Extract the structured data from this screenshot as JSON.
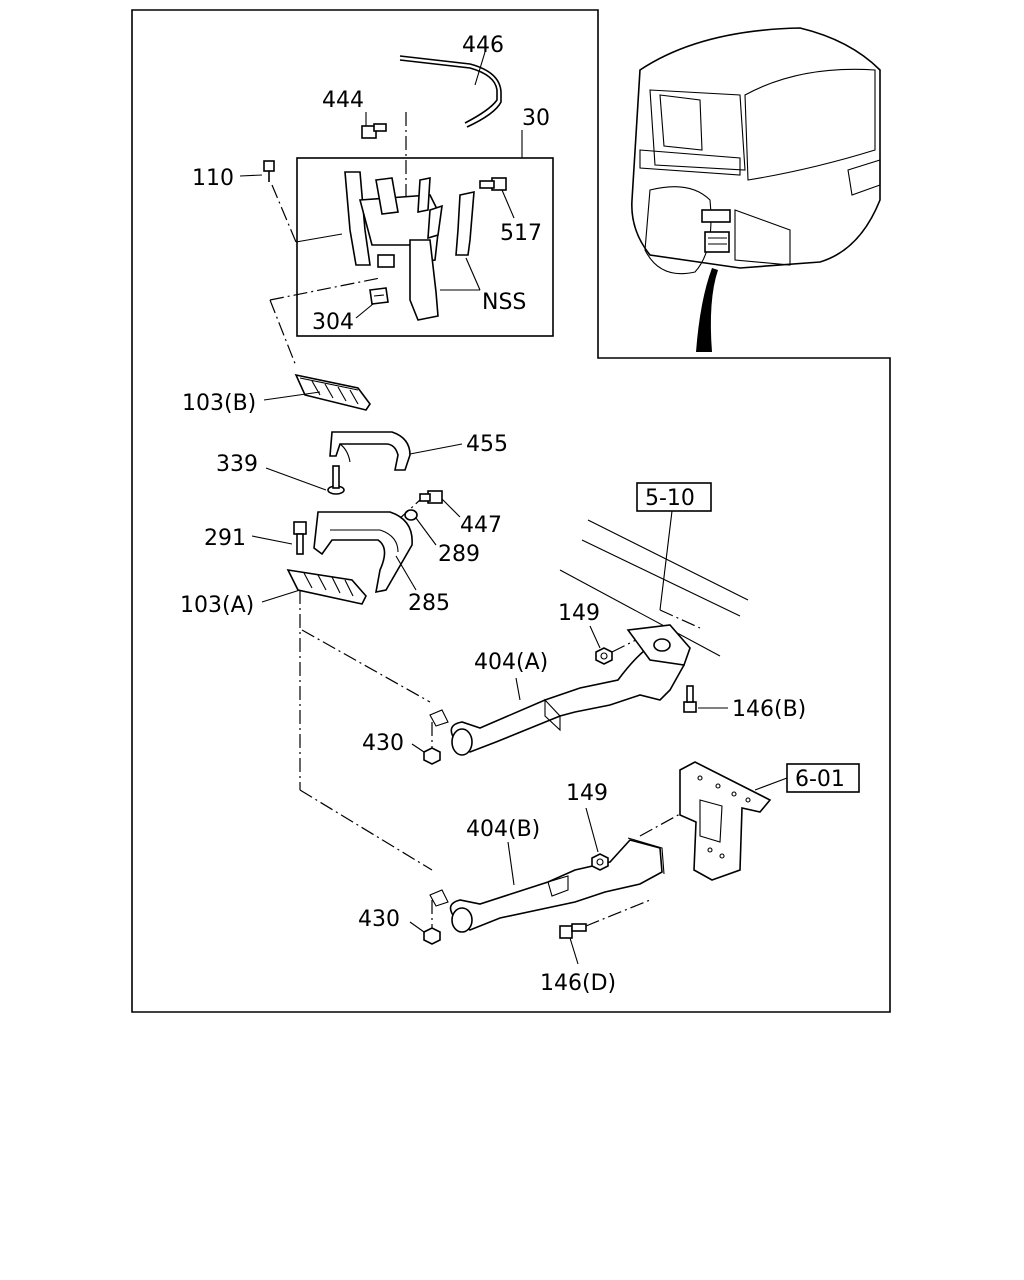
{
  "labels": {
    "l446": "446",
    "l444": "444",
    "l30": "30",
    "l110": "110",
    "l517": "517",
    "lNSS": "NSS",
    "l304": "304",
    "l103B": "103(B)",
    "l455": "455",
    "l339": "339",
    "l447": "447",
    "l291": "291",
    "l289": "289",
    "l285": "285",
    "l103A": "103(A)",
    "l149a": "149",
    "l404A": "404(A)",
    "l146B": "146(B)",
    "l430a": "430",
    "l149b": "149",
    "l404B": "404(B)",
    "l430b": "430",
    "l146D": "146(D)"
  },
  "references": {
    "ref510": "5-10",
    "ref601": "6-01"
  }
}
